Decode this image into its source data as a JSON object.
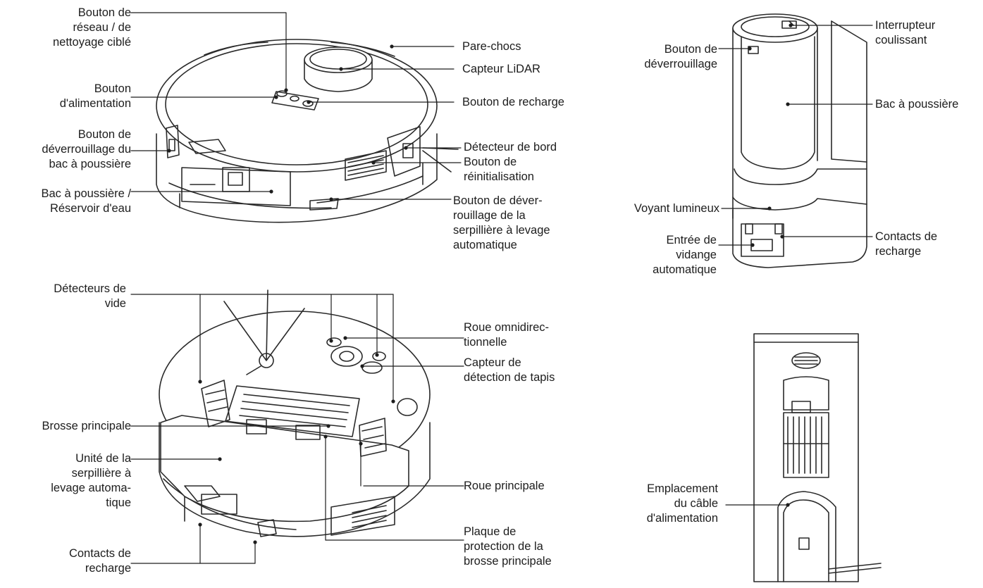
{
  "labels": {
    "network_button": [
      "Bouton de",
      "réseau / de",
      "nettoyage ciblé"
    ],
    "power_button": [
      "Bouton",
      "d'alimentation"
    ],
    "dustbin_release": [
      "Bouton de",
      "déverrouillage du",
      "bac à poussière"
    ],
    "dustbin_water_tank": [
      "Bac à poussière /",
      "Réservoir d'eau"
    ],
    "bumper": [
      "Pare-chocs"
    ],
    "lidar_sensor": [
      "Capteur LiDAR"
    ],
    "charge_button": [
      "Bouton de recharge"
    ],
    "edge_sensor": [
      "Détecteur de bord"
    ],
    "reset_button": [
      "Bouton de",
      "réinitialisation"
    ],
    "mop_release": [
      "Bouton de dév­er-",
      "rouillage de la",
      "serpillière à levage",
      "automatique"
    ],
    "station_release": [
      "Bouton de",
      "déverrouillage"
    ],
    "slide_switch": [
      "Interrupteur",
      "coulissant"
    ],
    "station_dustbin": [
      "Bac à poussière"
    ],
    "indicator_light": [
      "Voyant lumineux"
    ],
    "auto_empty_inlet": [
      "Entrée de",
      "vidange",
      "automatique"
    ],
    "station_contacts": [
      "Contacts de",
      "recharge"
    ],
    "cliff_sensors": [
      "Détecteurs de",
      "vide"
    ],
    "omni_wheel": [
      "Roue omnidirec-",
      "tionnelle"
    ],
    "carpet_sensor": [
      "Capteur de",
      "détection de tapis"
    ],
    "main_brush": [
      "Brosse principale"
    ],
    "mop_unit": [
      "Unité de la",
      "serpillière à",
      "levage automa-",
      "tique"
    ],
    "main_wheel": [
      "Roue principale"
    ],
    "brush_guard": [
      "Plaque de",
      "protection de la",
      "brosse principale"
    ],
    "robot_contacts": [
      "Contacts de",
      "recharge"
    ],
    "power_cord_slot": [
      "Emplacement",
      "du câble",
      "d'alimentation"
    ]
  }
}
